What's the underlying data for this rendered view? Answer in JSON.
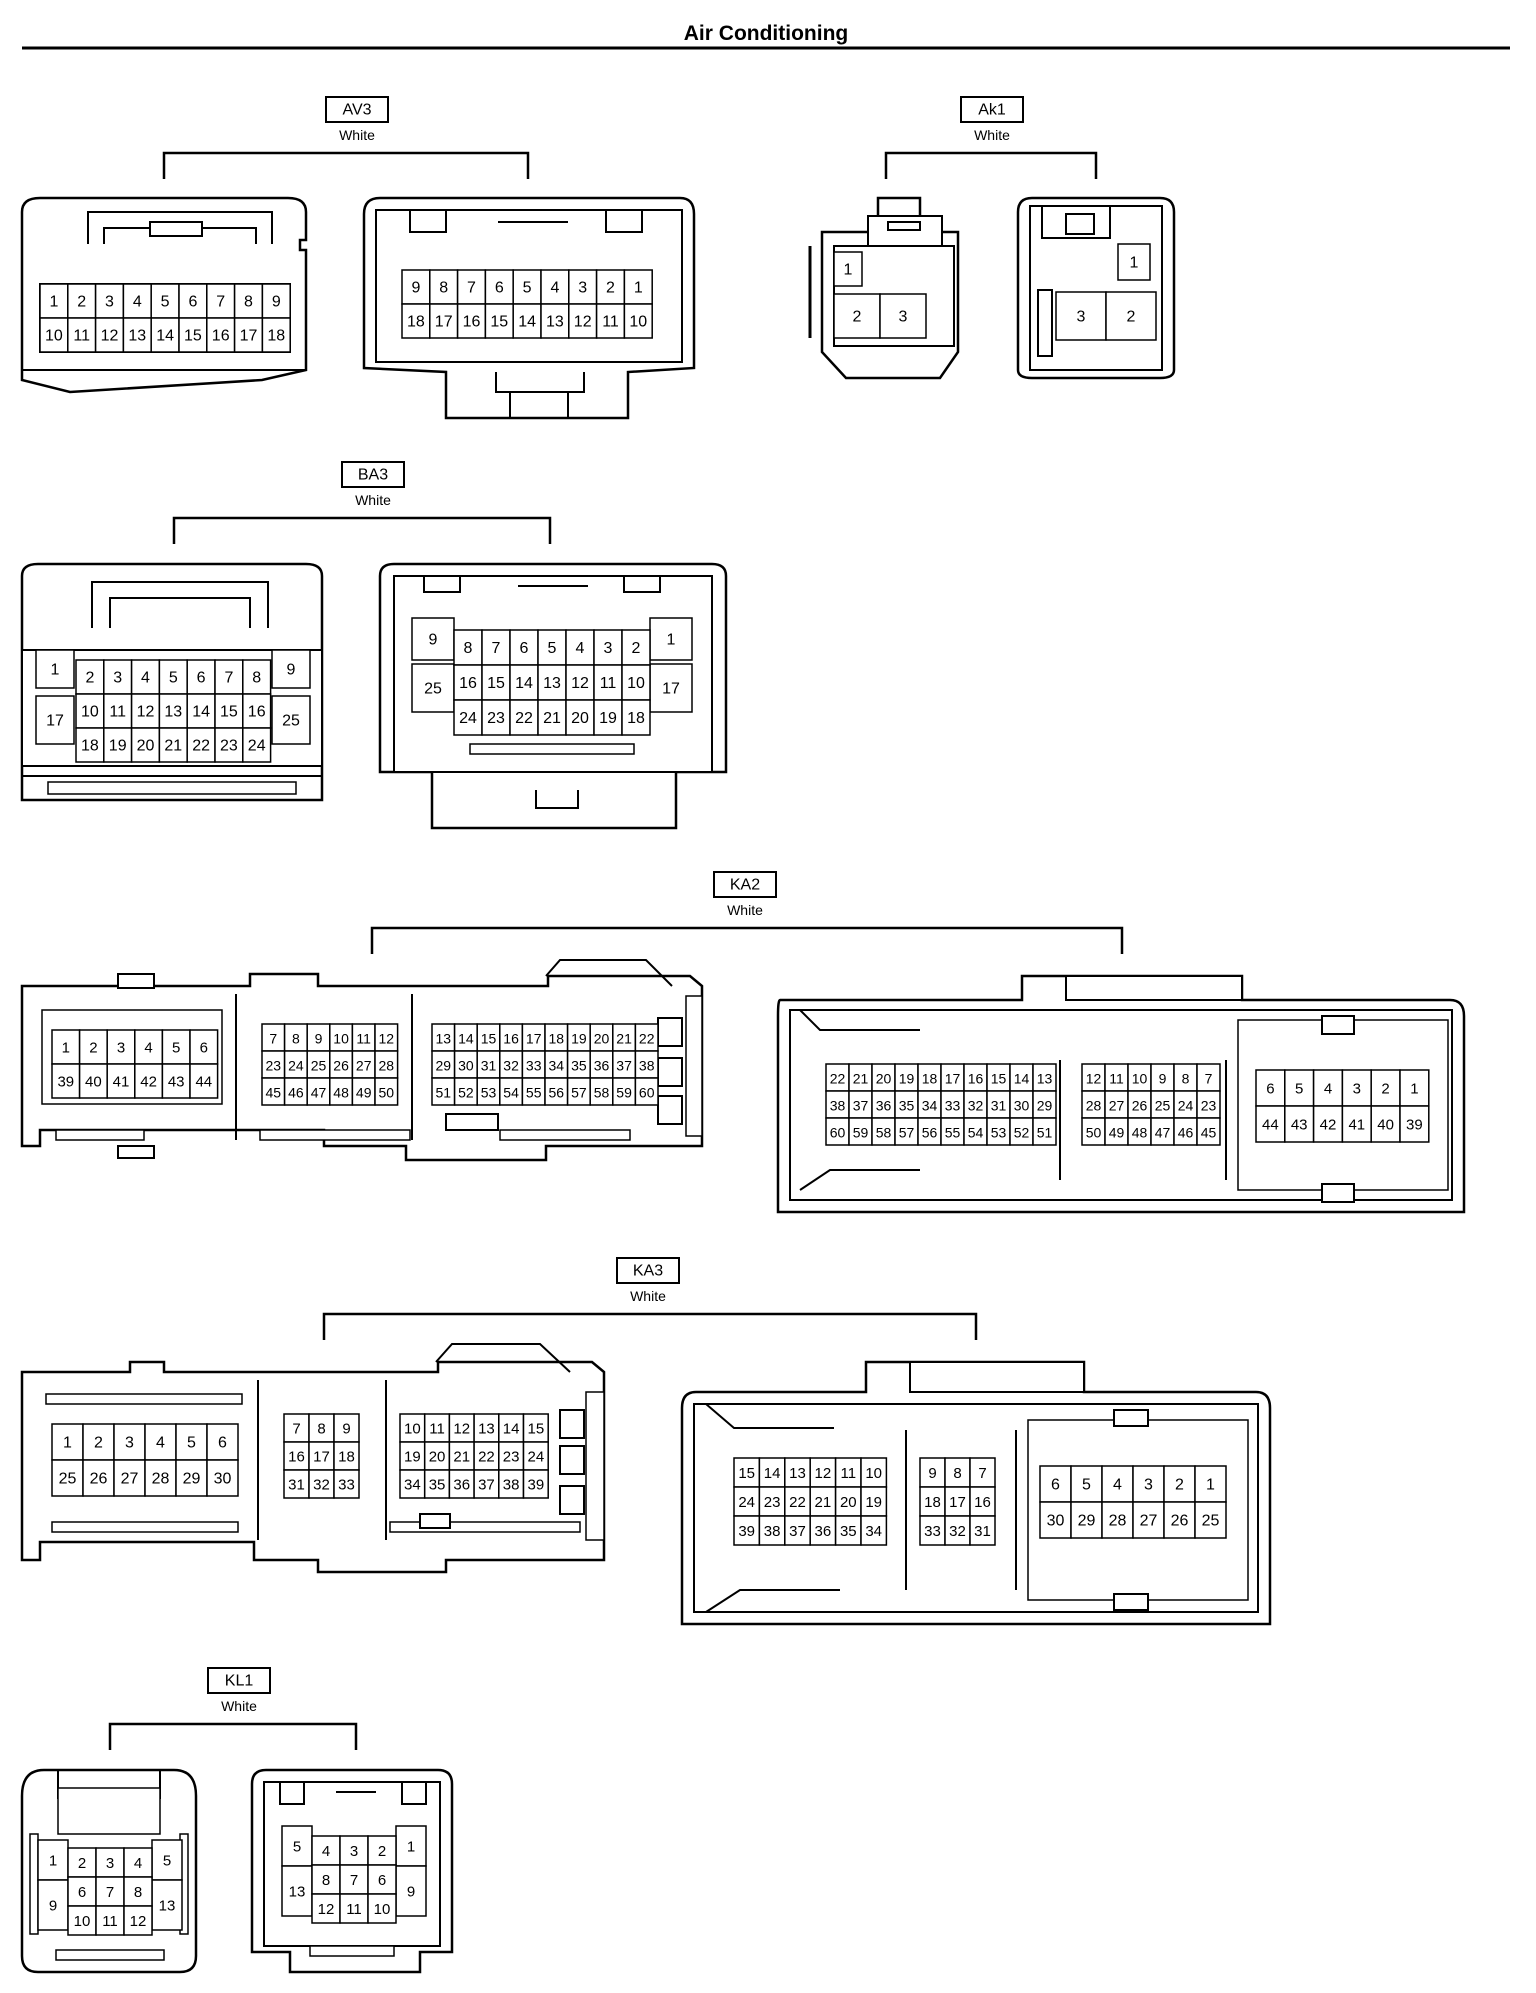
{
  "page": {
    "title": "Air Conditioning"
  },
  "connectors": [
    {
      "id": "AV3",
      "color": "White",
      "rows_a": [
        [
          "1",
          "2",
          "3",
          "4",
          "5",
          "6",
          "7",
          "8",
          "9"
        ],
        [
          "10",
          "11",
          "12",
          "13",
          "14",
          "15",
          "16",
          "17",
          "18"
        ]
      ],
      "rows_b": [
        [
          "9",
          "8",
          "7",
          "6",
          "5",
          "4",
          "3",
          "2",
          "1"
        ],
        [
          "18",
          "17",
          "16",
          "15",
          "14",
          "13",
          "12",
          "11",
          "10"
        ]
      ]
    },
    {
      "id": "Ak1",
      "color": "White",
      "a": {
        "top": "1",
        "bottom": [
          "2",
          "3"
        ]
      },
      "b": {
        "top": "1",
        "bottom": [
          "3",
          "2"
        ]
      }
    },
    {
      "id": "BA3",
      "color": "White",
      "a": {
        "left": [
          "1",
          "17"
        ],
        "right": [
          "9",
          "25"
        ],
        "rows": [
          [
            "2",
            "3",
            "4",
            "5",
            "6",
            "7",
            "8"
          ],
          [
            "10",
            "11",
            "12",
            "13",
            "14",
            "15",
            "16"
          ],
          [
            "18",
            "19",
            "20",
            "21",
            "22",
            "23",
            "24"
          ]
        ]
      },
      "b": {
        "left": [
          "9",
          "25"
        ],
        "right": [
          "1",
          "17"
        ],
        "rows": [
          [
            "8",
            "7",
            "6",
            "5",
            "4",
            "3",
            "2"
          ],
          [
            "16",
            "15",
            "14",
            "13",
            "12",
            "11",
            "10"
          ],
          [
            "24",
            "23",
            "22",
            "21",
            "20",
            "19",
            "18"
          ]
        ]
      }
    },
    {
      "id": "KA2",
      "color": "White",
      "a": [
        [
          [
            "1",
            "2",
            "3",
            "4",
            "5",
            "6"
          ],
          [
            "39",
            "40",
            "41",
            "42",
            "43",
            "44"
          ]
        ],
        [
          [
            "7",
            "8",
            "9",
            "10",
            "11",
            "12"
          ],
          [
            "23",
            "24",
            "25",
            "26",
            "27",
            "28"
          ],
          [
            "45",
            "46",
            "47",
            "48",
            "49",
            "50"
          ]
        ],
        [
          [
            "13",
            "14",
            "15",
            "16",
            "17",
            "18",
            "19",
            "20",
            "21",
            "22"
          ],
          [
            "29",
            "30",
            "31",
            "32",
            "33",
            "34",
            "35",
            "36",
            "37",
            "38"
          ],
          [
            "51",
            "52",
            "53",
            "54",
            "55",
            "56",
            "57",
            "58",
            "59",
            "60"
          ]
        ]
      ],
      "b": [
        [
          [
            "22",
            "21",
            "20",
            "19",
            "18",
            "17",
            "16",
            "15",
            "14",
            "13"
          ],
          [
            "38",
            "37",
            "36",
            "35",
            "34",
            "33",
            "32",
            "31",
            "30",
            "29"
          ],
          [
            "60",
            "59",
            "58",
            "57",
            "56",
            "55",
            "54",
            "53",
            "52",
            "51"
          ]
        ],
        [
          [
            "12",
            "11",
            "10",
            "9",
            "8",
            "7"
          ],
          [
            "28",
            "27",
            "26",
            "25",
            "24",
            "23"
          ],
          [
            "50",
            "49",
            "48",
            "47",
            "46",
            "45"
          ]
        ],
        [
          [
            "6",
            "5",
            "4",
            "3",
            "2",
            "1"
          ],
          [
            "44",
            "43",
            "42",
            "41",
            "40",
            "39"
          ]
        ]
      ]
    },
    {
      "id": "KA3",
      "color": "White",
      "a": [
        [
          [
            "1",
            "2",
            "3",
            "4",
            "5",
            "6"
          ],
          [
            "25",
            "26",
            "27",
            "28",
            "29",
            "30"
          ]
        ],
        [
          [
            "7",
            "8",
            "9"
          ],
          [
            "16",
            "17",
            "18"
          ],
          [
            "31",
            "32",
            "33"
          ]
        ],
        [
          [
            "10",
            "11",
            "12",
            "13",
            "14",
            "15"
          ],
          [
            "19",
            "20",
            "21",
            "22",
            "23",
            "24"
          ],
          [
            "34",
            "35",
            "36",
            "37",
            "38",
            "39"
          ]
        ]
      ],
      "b": [
        [
          [
            "15",
            "14",
            "13",
            "12",
            "11",
            "10"
          ],
          [
            "24",
            "23",
            "22",
            "21",
            "20",
            "19"
          ],
          [
            "39",
            "38",
            "37",
            "36",
            "35",
            "34"
          ]
        ],
        [
          [
            "9",
            "8",
            "7"
          ],
          [
            "18",
            "17",
            "16"
          ],
          [
            "33",
            "32",
            "31"
          ]
        ],
        [
          [
            "6",
            "5",
            "4",
            "3",
            "2",
            "1"
          ],
          [
            "30",
            "29",
            "28",
            "27",
            "26",
            "25"
          ]
        ]
      ]
    },
    {
      "id": "KL1",
      "color": "White",
      "a": {
        "left": [
          "1",
          "9"
        ],
        "right": [
          "5",
          "13"
        ],
        "rows": [
          [
            "2",
            "3",
            "4"
          ],
          [
            "6",
            "7",
            "8"
          ],
          [
            "10",
            "11",
            "12"
          ]
        ]
      },
      "b": {
        "left": [
          "5",
          "13"
        ],
        "right": [
          "1",
          "9"
        ],
        "rows": [
          [
            "4",
            "3",
            "2"
          ],
          [
            "8",
            "7",
            "6"
          ],
          [
            "12",
            "11",
            "10"
          ]
        ]
      }
    }
  ]
}
